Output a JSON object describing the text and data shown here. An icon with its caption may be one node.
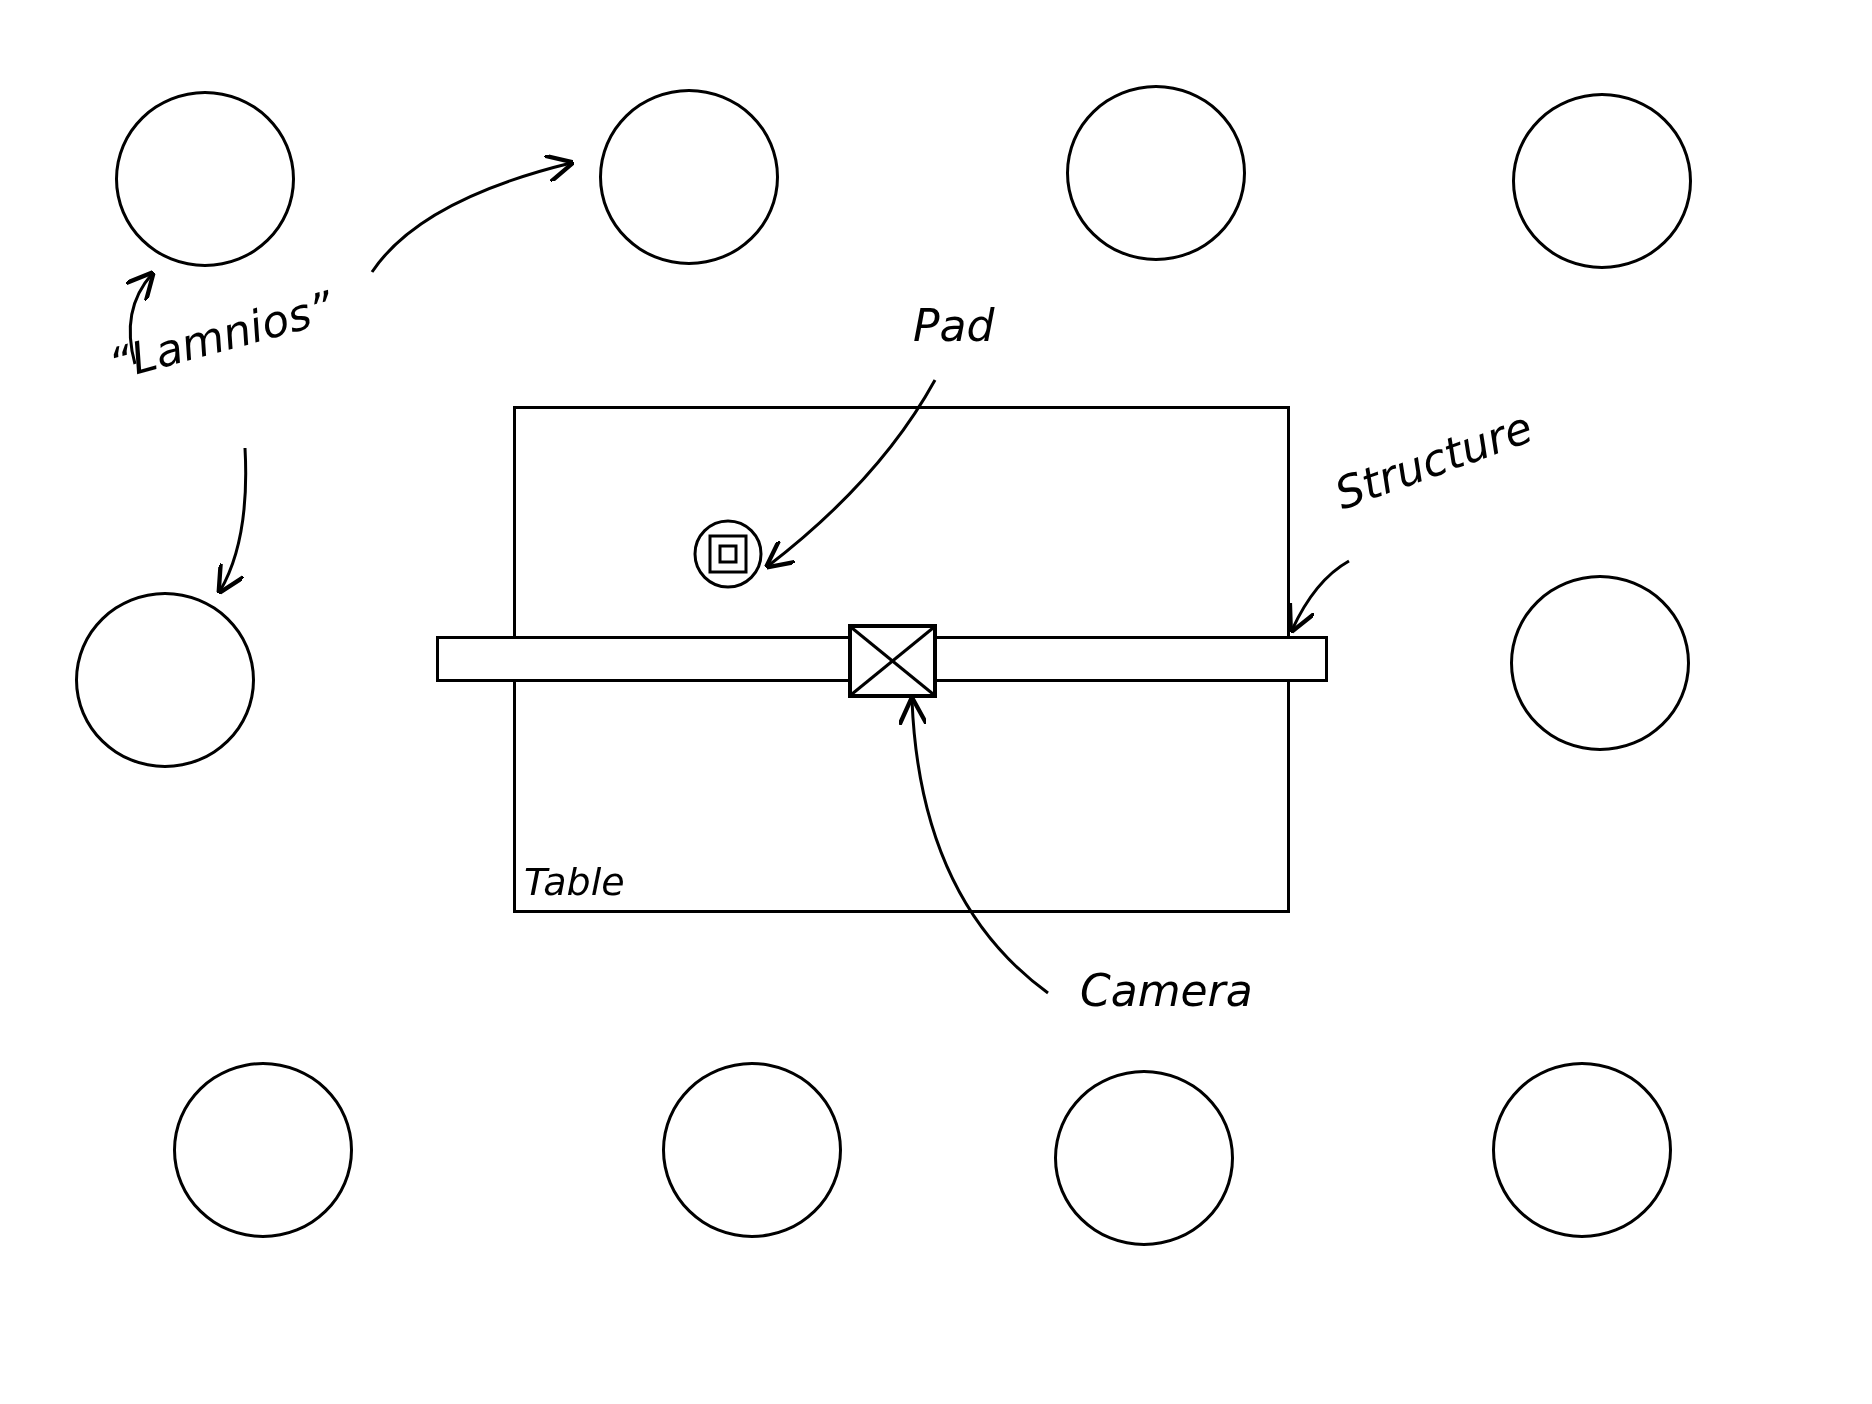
{
  "diagram": {
    "nodes": [
      {
        "text": [
          "Table"
        ]
      },
      {
        "text": [],
        "shape": "bar"
      },
      {
        "text": [],
        "shape": "picture",
        "in": 0
      },
      {
        "text": [],
        "shape": "picture",
        "in": 0
      },
      {
        "text": [
          "Pad"
        ]
      },
      {
        "text": [
          "Structure"
        ]
      },
      {
        "text": [
          "Camera"
        ]
      },
      {
        "text": [
          "“Lamnios”"
        ]
      },
      {
        "text": [],
        "shape": "circle"
      },
      {
        "text": [],
        "shape": "circle"
      },
      {
        "text": [],
        "shape": "circle"
      },
      {
        "text": [],
        "shape": "circle"
      },
      {
        "text": [],
        "shape": "circle"
      },
      {
        "text": [],
        "shape": "circle"
      },
      {
        "text": [],
        "shape": "circle"
      },
      {
        "text": [],
        "shape": "circle"
      },
      {
        "text": [],
        "shape": "circle"
      },
      {
        "text": [],
        "shape": "circle"
      }
    ],
    "edges": [
      {
        "from": 4,
        "to": 3,
        "arrow": "to"
      },
      {
        "from": 5,
        "to": 1,
        "arrow": "to"
      },
      {
        "from": 6,
        "to": 2,
        "arrow": "to"
      },
      {
        "from": 7,
        "to": 8,
        "arrow": "to"
      },
      {
        "from": 7,
        "to": 9,
        "arrow": "to"
      },
      {
        "from": 7,
        "to": 12,
        "arrow": "to"
      }
    ]
  }
}
